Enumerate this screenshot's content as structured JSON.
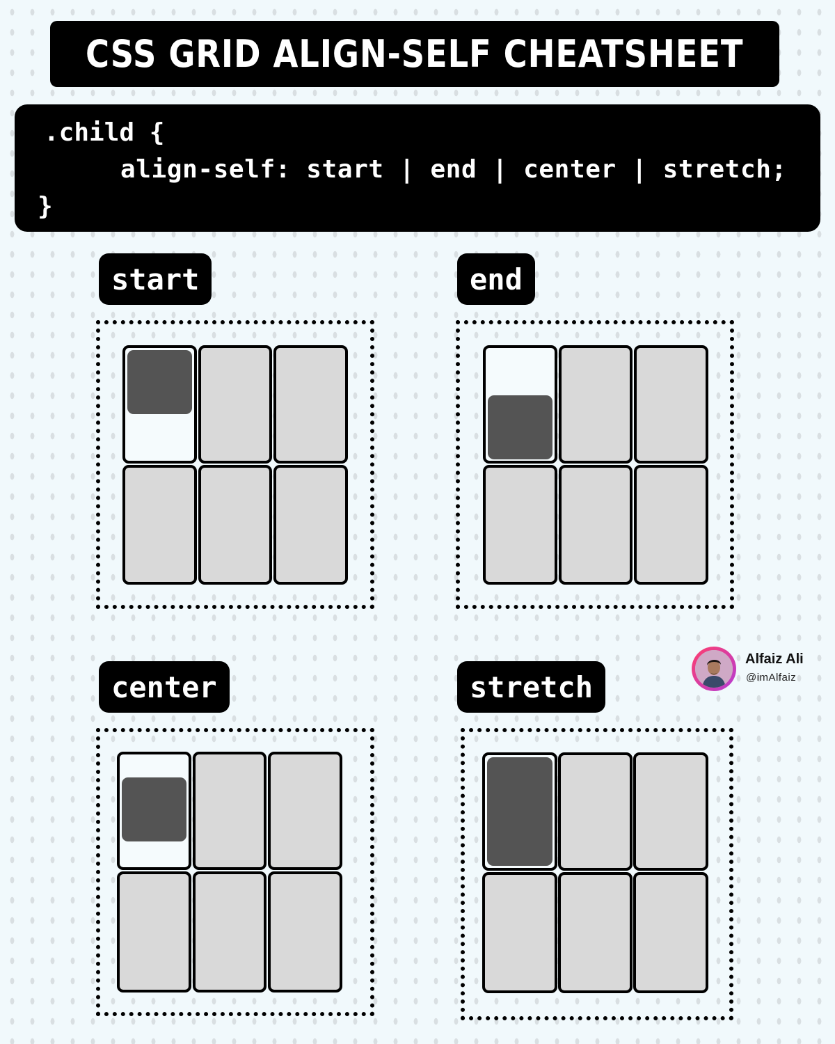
{
  "title": "CSS GRID ALIGN-SELF CHEATSHEET",
  "code": {
    "line1": ".child {",
    "line2": "align-self: start | end | center | stretch;",
    "line3": "}"
  },
  "examples": [
    {
      "label": "start"
    },
    {
      "label": "end"
    },
    {
      "label": "center"
    },
    {
      "label": "stretch"
    }
  ],
  "author": {
    "name": "Alfaiz Ali",
    "handle": "@imAlfaiz"
  },
  "colors": {
    "background": "#f1f9fc",
    "cell": "#d9d9d9",
    "item": "#545454",
    "dark": "#000000"
  }
}
